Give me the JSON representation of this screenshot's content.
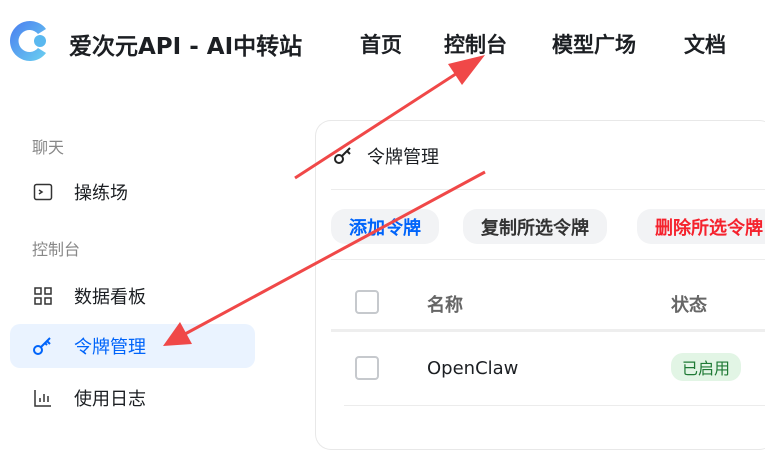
{
  "header": {
    "brand": "爱次元API - AI中转站",
    "nav": [
      "首页",
      "控制台",
      "模型广场",
      "文档"
    ]
  },
  "sidebar": {
    "groups": [
      "聊天",
      "控制台"
    ],
    "items": [
      {
        "label": "操练场",
        "icon": "terminal-icon"
      },
      {
        "label": "数据看板",
        "icon": "dashboard-grid-icon"
      },
      {
        "label": "令牌管理",
        "icon": "key-icon",
        "active": true
      },
      {
        "label": "使用日志",
        "icon": "bar-chart-icon"
      }
    ]
  },
  "main": {
    "title": "令牌管理",
    "buttons": {
      "add": "添加令牌",
      "copy": "复制所选令牌",
      "delete": "删除所选令牌"
    },
    "table": {
      "columns": [
        "名称",
        "状态"
      ],
      "rows": [
        {
          "name": "OpenClaw",
          "status": "已启用"
        }
      ]
    }
  },
  "colors": {
    "accent": "#0064fa",
    "danger": "#f5222d",
    "annotation": "#f04848",
    "success_bg": "#e2f5e5"
  }
}
